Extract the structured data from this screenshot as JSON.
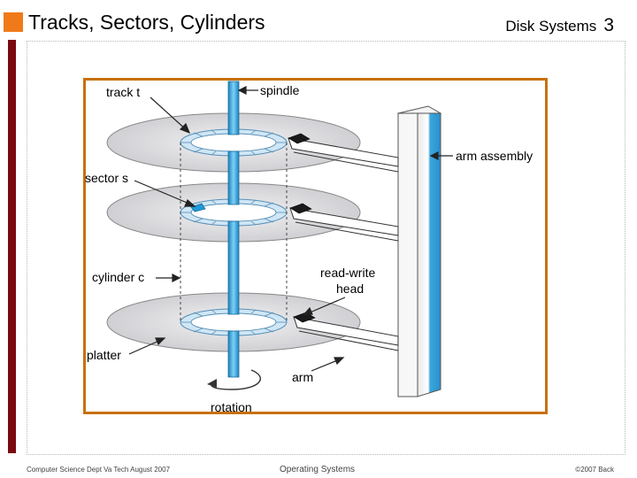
{
  "slide": {
    "title": "Tracks, Sectors, Cylinders",
    "section": "Disk Systems",
    "page_number": "3"
  },
  "diagram": {
    "labels": {
      "track": "track t",
      "spindle": "spindle",
      "arm_assembly": "arm assembly",
      "sector": "sector s",
      "cylinder": "cylinder c",
      "read_write_line1": "read-write",
      "read_write_line2": "head",
      "platter": "platter",
      "arm": "arm",
      "rotation": "rotation"
    },
    "colors": {
      "frame": "#c8700e",
      "spindle": "#3aa6dc",
      "platter": "#d9d9dc",
      "track": "#cfe6f5",
      "sector_highlight": "#1e9ad6"
    }
  },
  "footer": {
    "left": "Computer Science Dept Va Tech August 2007",
    "center": "Operating Systems",
    "right": "©2007 Back"
  }
}
